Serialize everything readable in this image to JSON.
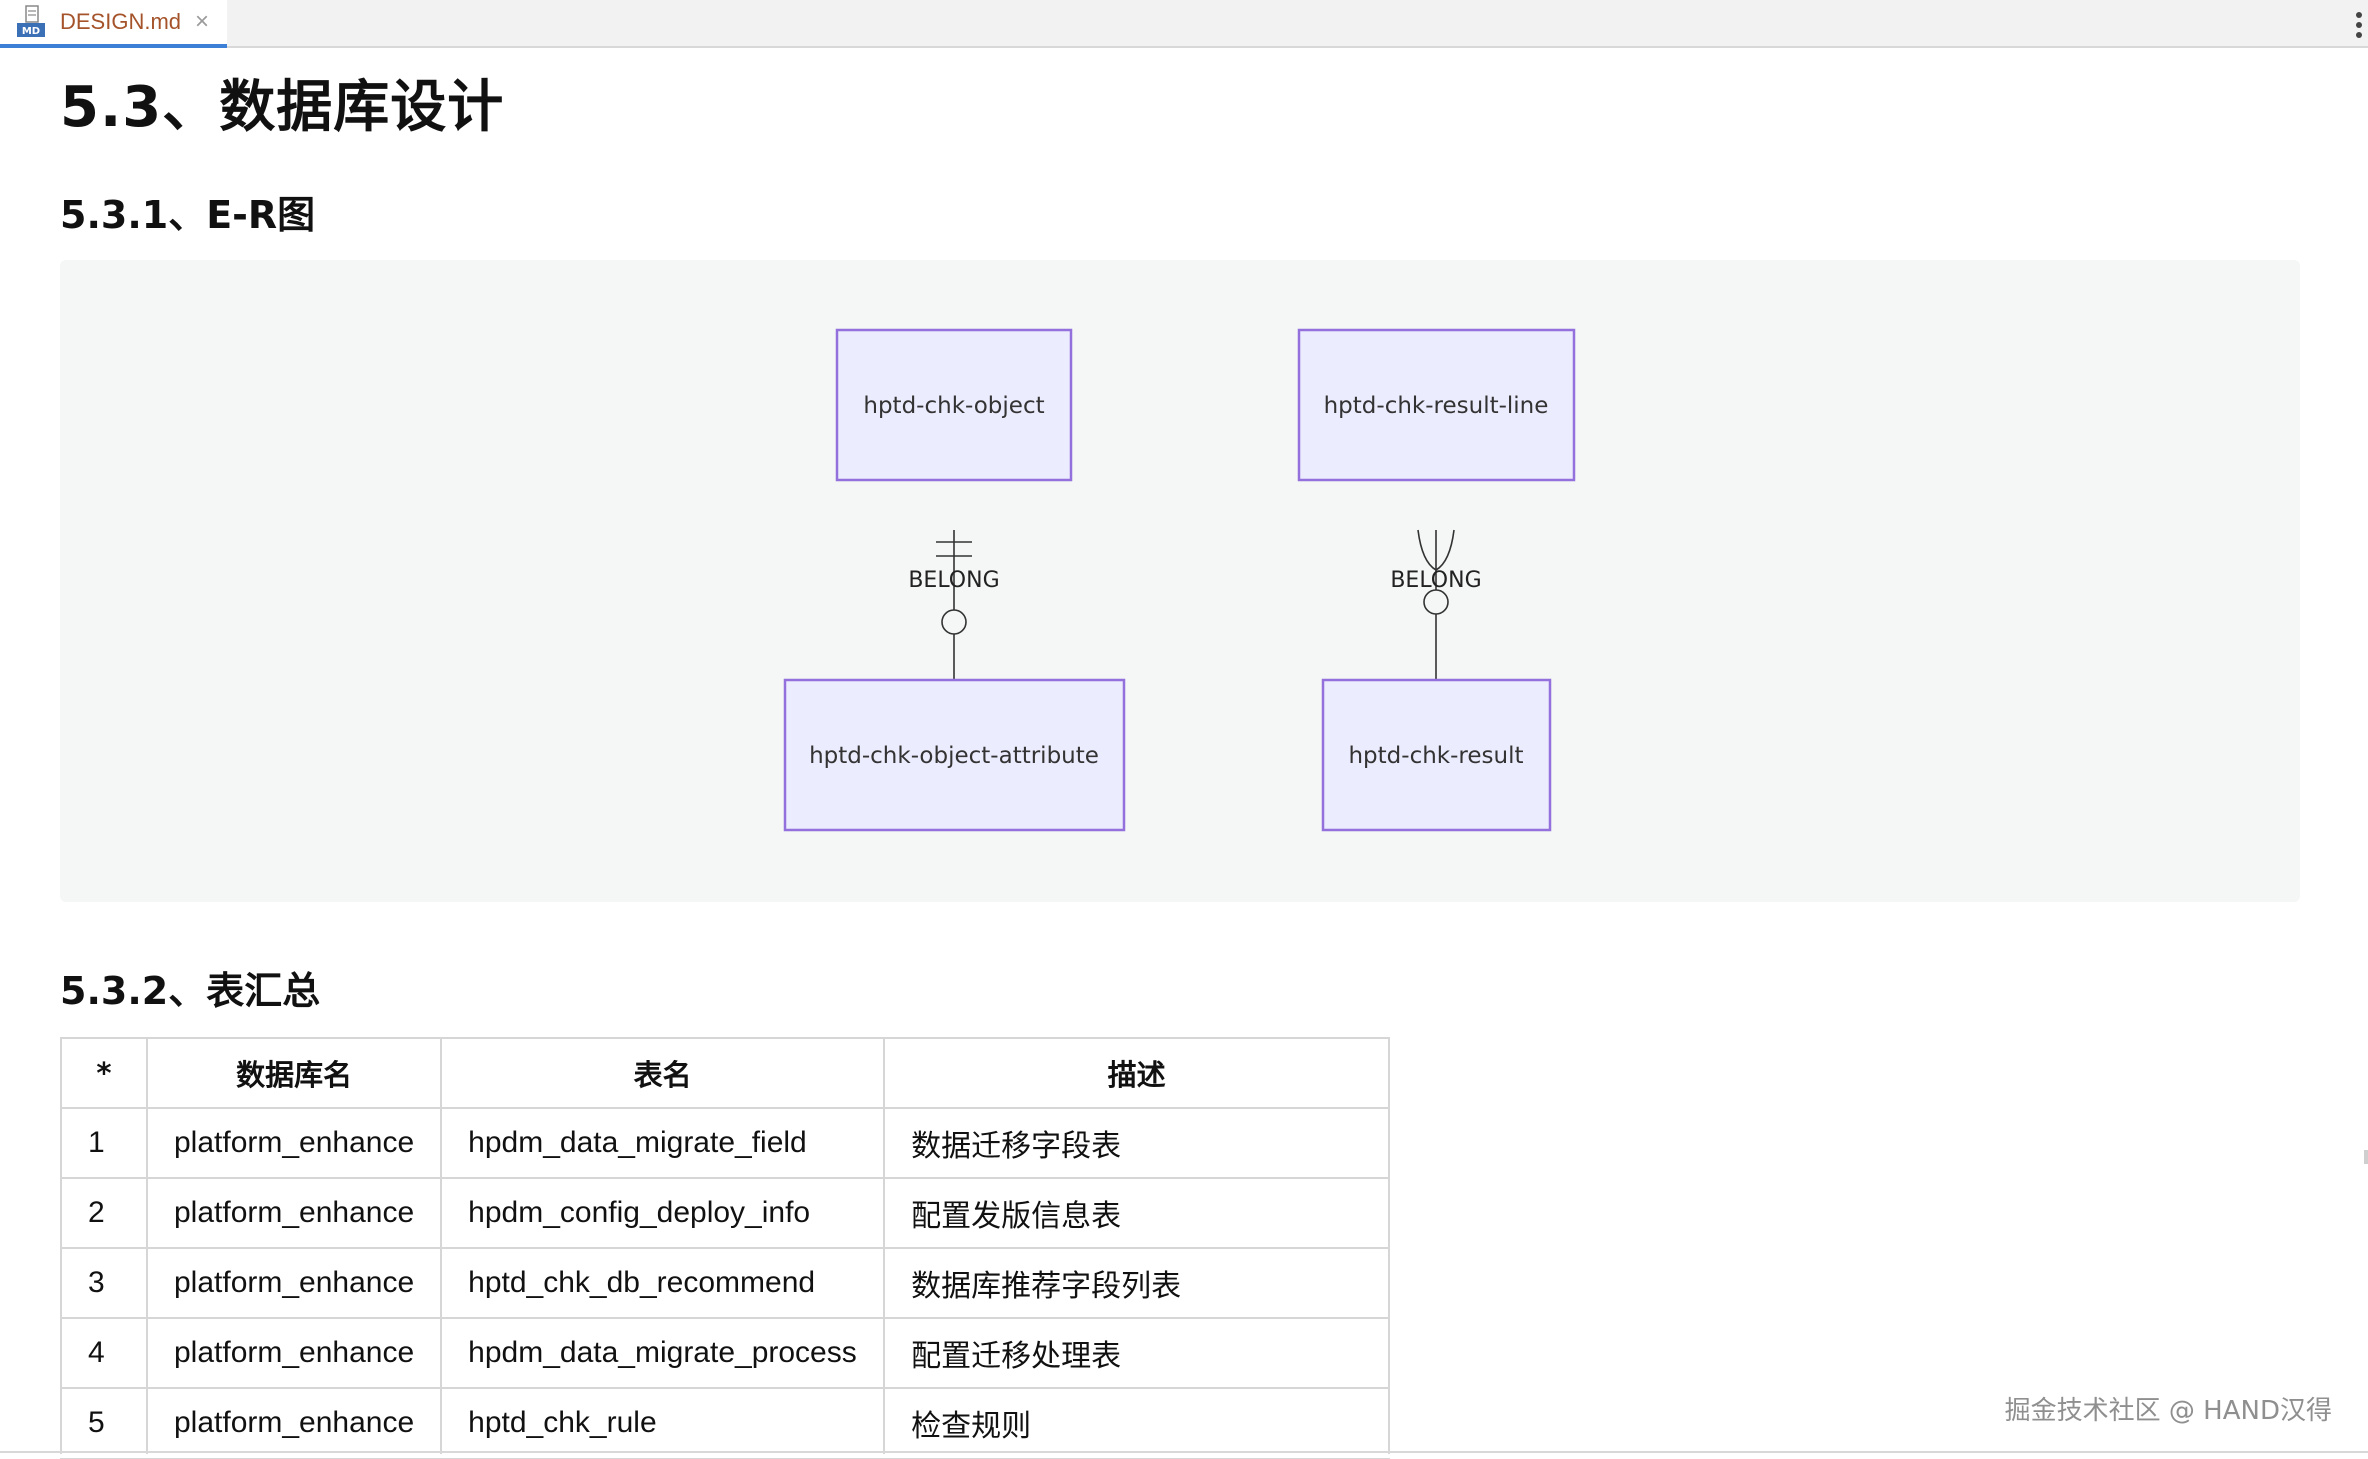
{
  "tab": {
    "icon_label": "MD",
    "filename": "DESIGN.md",
    "close": "×"
  },
  "doc": {
    "title": "5.3、数据库设计",
    "er_heading": "5.3.1、E-R图",
    "table_heading": "5.3.2、表汇总"
  },
  "diagram": {
    "entities": [
      "hptd-chk-object",
      "hptd-chk-object-attribute",
      "hptd-chk-result-line",
      "hptd-chk-result"
    ],
    "relations": [
      {
        "label": "BELONG",
        "from": "hptd-chk-object",
        "to": "hptd-chk-object-attribute"
      },
      {
        "label": "BELONG",
        "from": "hptd-chk-result-line",
        "to": "hptd-chk-result"
      }
    ]
  },
  "table": {
    "headers": [
      "*",
      "数据库名",
      "表名",
      "描述"
    ],
    "rows": [
      [
        "1",
        "platform_enhance",
        "hpdm_data_migrate_field",
        "数据迁移字段表"
      ],
      [
        "2",
        "platform_enhance",
        "hpdm_config_deploy_info",
        "配置发版信息表"
      ],
      [
        "3",
        "platform_enhance",
        "hptd_chk_db_recommend",
        "数据库推荐字段列表"
      ],
      [
        "4",
        "platform_enhance",
        "hpdm_data_migrate_process",
        "配置迁移处理表"
      ],
      [
        "5",
        "platform_enhance",
        "hptd_chk_rule",
        "检查规则"
      ]
    ]
  },
  "watermark": "掘金技术社区 @ HAND汉得",
  "colors": {
    "accent": "#3b7fd6",
    "tab_label": "#a5532a",
    "entity_fill": "#ececff",
    "entity_stroke": "#9370db",
    "panel_bg": "#f4f7f6"
  }
}
